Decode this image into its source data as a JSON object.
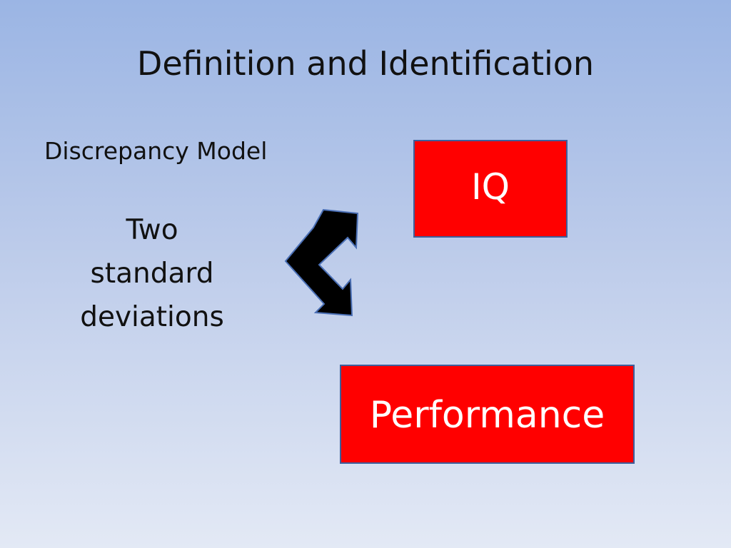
{
  "slide": {
    "title": "Definition and Identification",
    "subtitle": "Discrepancy Model",
    "deviation_lines": [
      "Two",
      "standard",
      "deviations"
    ],
    "iq_label": "IQ",
    "performance_label": "Performance",
    "colors": {
      "box_fill": "#ff0000",
      "box_border": "#3d5f9c",
      "box_text": "#ffffff",
      "arrow_fill": "#000000",
      "arrow_stroke": "#4a6fb5"
    },
    "icons": [
      "double-headed-arrow-icon"
    ]
  }
}
